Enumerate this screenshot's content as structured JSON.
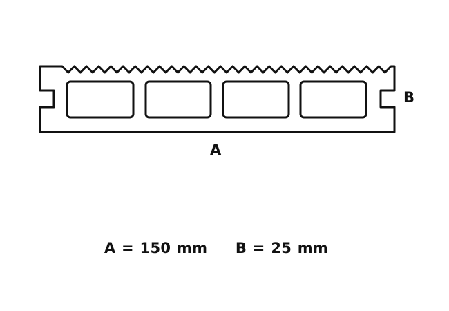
{
  "labels": {
    "width": "A",
    "thickness": "B"
  },
  "caption": {
    "a": "A = 150 mm",
    "b": "B = 25 mm"
  },
  "profile": {
    "hollow_chambers": 4,
    "stroke_color": "#111111"
  }
}
